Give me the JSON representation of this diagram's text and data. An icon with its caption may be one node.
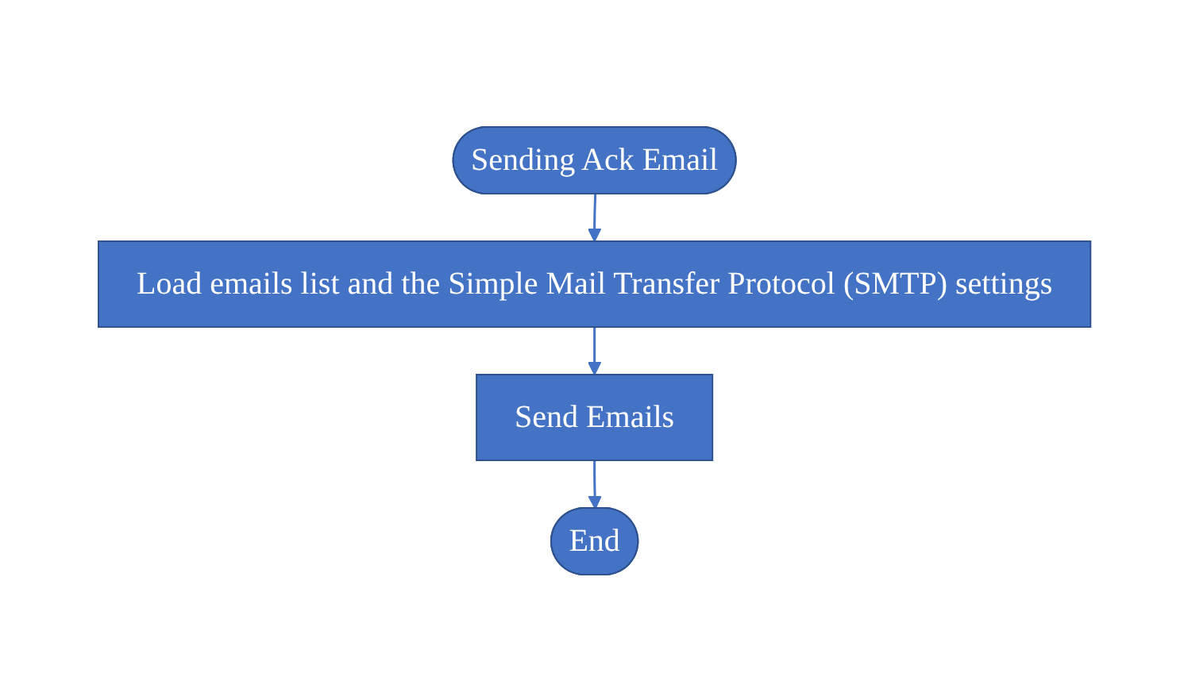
{
  "diagram": {
    "nodes": [
      {
        "text": [
          "Sending Ack Email"
        ]
      },
      {
        "text": [
          "Load emails list and the Simple Mail Transfer Protocol (SMTP) settings"
        ]
      },
      {
        "text": [
          "Send Emails"
        ]
      },
      {
        "text": [
          "End"
        ]
      }
    ],
    "edges": [
      {
        "from": 0,
        "to": 1,
        "arrow": "to"
      },
      {
        "from": 1,
        "to": 2,
        "arrow": "to"
      },
      {
        "from": 2,
        "to": 3,
        "arrow": "to"
      }
    ]
  }
}
